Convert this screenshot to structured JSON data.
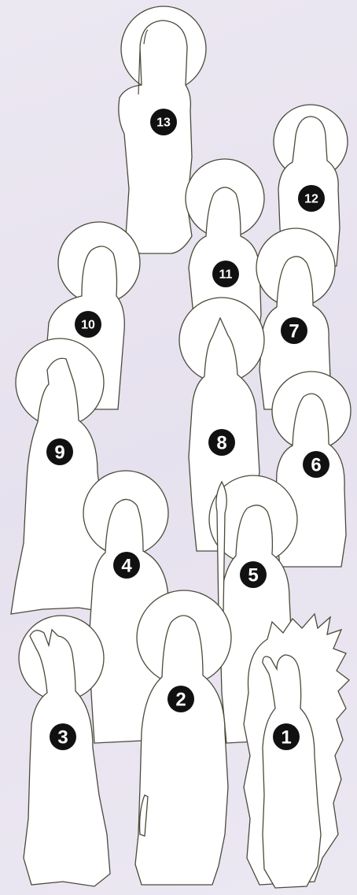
{
  "figures": [
    {
      "number": "13"
    },
    {
      "number": "12"
    },
    {
      "number": "11"
    },
    {
      "number": "10"
    },
    {
      "number": "7"
    },
    {
      "number": "9"
    },
    {
      "number": "8"
    },
    {
      "number": "6"
    },
    {
      "number": "4"
    },
    {
      "number": "5"
    },
    {
      "number": "3"
    },
    {
      "number": "2"
    },
    {
      "number": "1"
    }
  ]
}
